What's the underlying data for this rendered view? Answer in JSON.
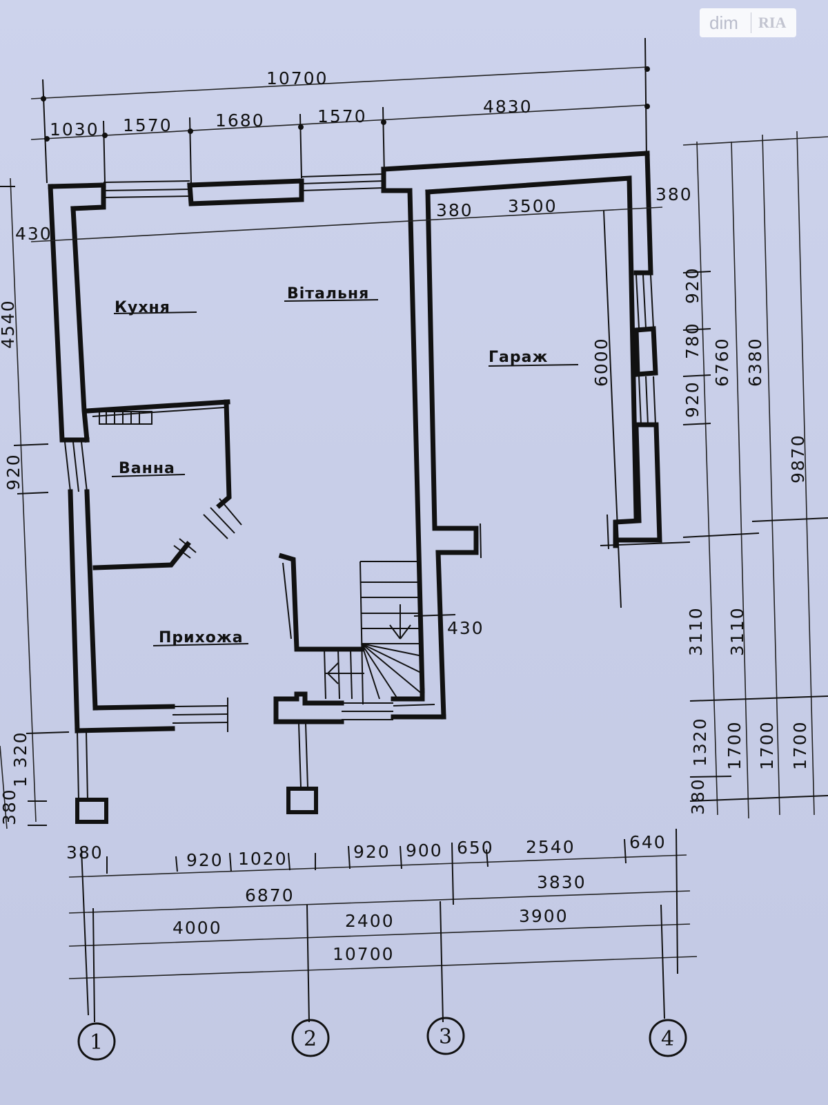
{
  "watermark": {
    "brand_left": "dim",
    "brand_right": "RIA"
  },
  "rooms": {
    "kitchen": "Кухня",
    "living": "Вітальня",
    "garage": "Гараж",
    "bath": "Ванна",
    "hall": "Прихожа"
  },
  "dims_top": {
    "total": "10700",
    "seg1": "1030",
    "seg2": "1570",
    "seg3": "1680",
    "seg4": "1570",
    "seg5": "4830"
  },
  "dims_garage": {
    "wall_left": "380",
    "inner_width": "3500",
    "wall_right": "380",
    "inner_depth": "6000"
  },
  "dims_left": {
    "wall_top": "430",
    "total": "4540",
    "window": "920",
    "seg": "1 320",
    "wall_bottom": "380"
  },
  "dims_right": {
    "win_a": "920",
    "win_b": "780",
    "win_c": "920",
    "sum_a": "6760",
    "sum_b": "6380",
    "total": "9870",
    "col1_a": "3110",
    "col1_b": "3110",
    "col1_c": "1320",
    "col2_c": "1700",
    "col3_c": "1700",
    "col4_c": "1700",
    "bottom": "380"
  },
  "dims_stair": {
    "wall": "430"
  },
  "dims_bottom": {
    "r1_a": "380",
    "r1_b": "920",
    "r1_c": "1020",
    "r1_d": "920",
    "r1_e": "900",
    "r1_f": "650",
    "r1_g": "2540",
    "r1_h": "640",
    "r2_a": "6870",
    "r2_b": "3830",
    "r3_a": "4000",
    "r3_b": "2400",
    "r3_c": "3900",
    "r4_total": "10700"
  },
  "axes": [
    "1",
    "2",
    "3",
    "4"
  ]
}
